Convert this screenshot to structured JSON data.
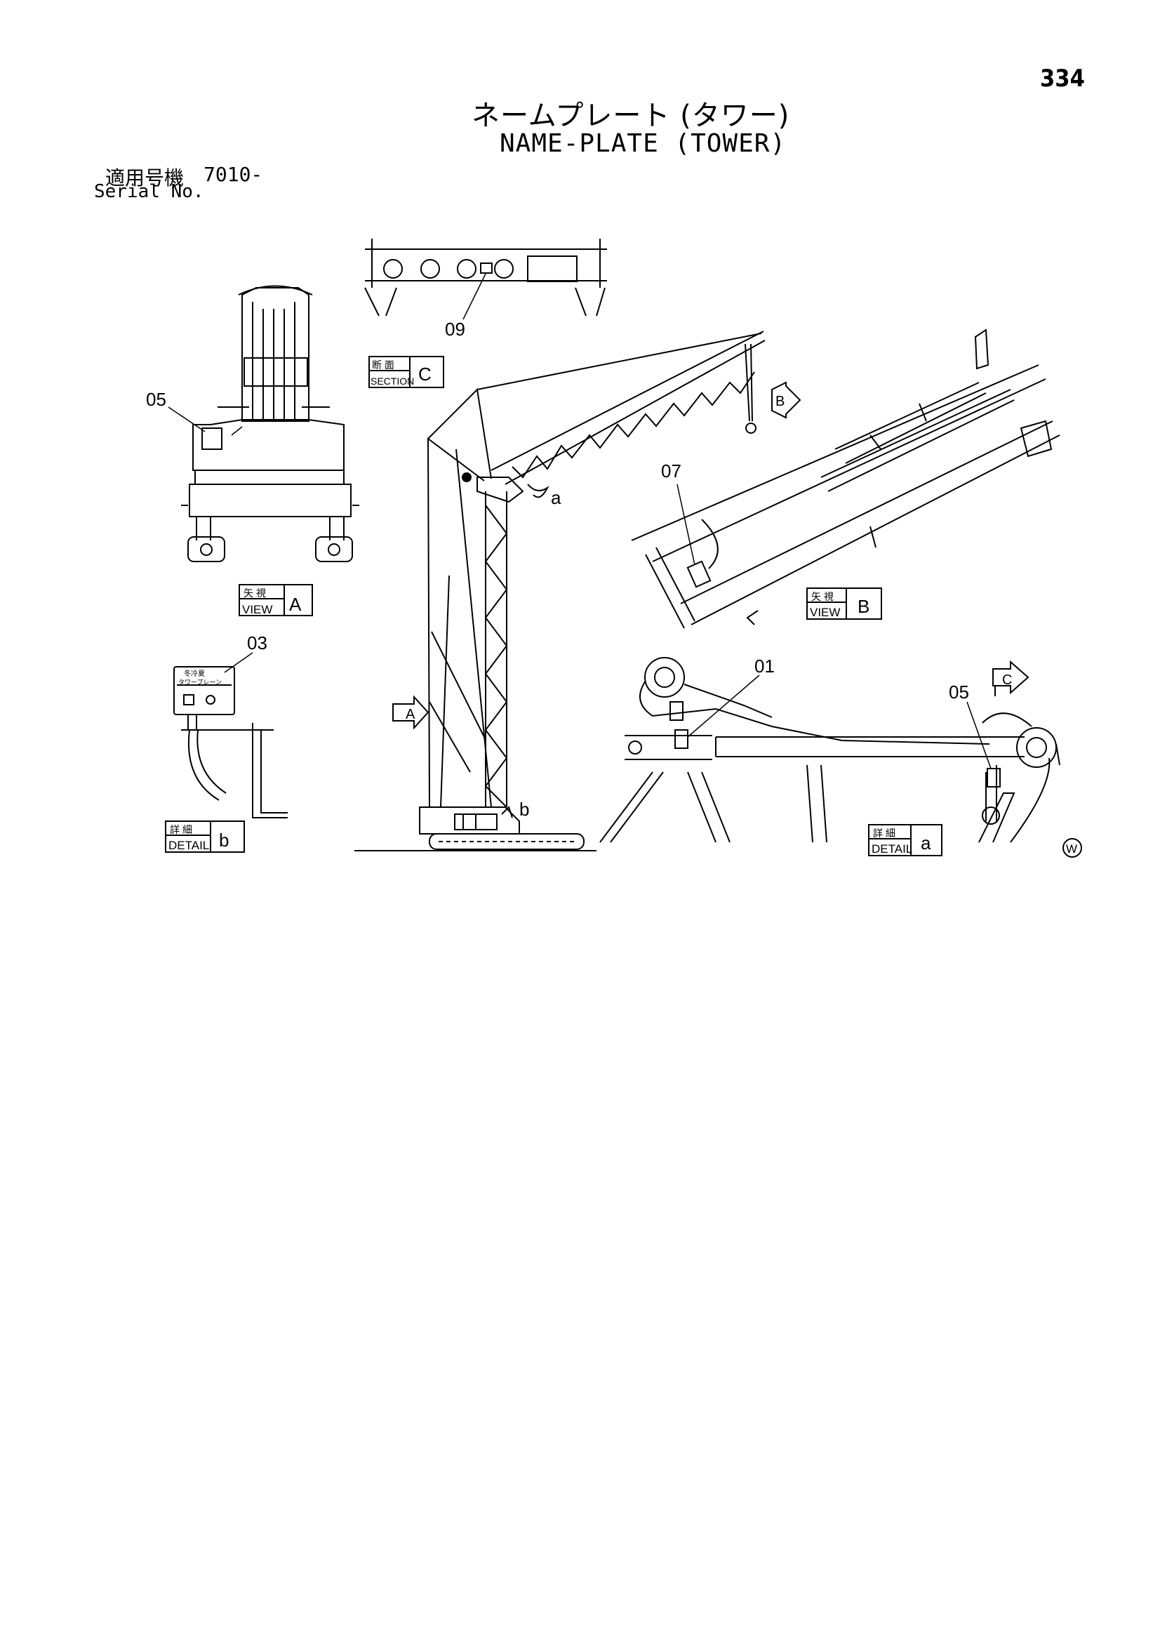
{
  "page_number": "334",
  "title_jp": "ネームプレート (タワー)",
  "title_en": "NAME-PLATE (TOWER)",
  "serial_label_jp": "適用号機",
  "serial_value": "7010-",
  "serial_label_en": "Serial No.",
  "callouts": {
    "c01": "01",
    "c03": "03",
    "c05_left": "05",
    "c05_right": "05",
    "c07": "07",
    "c09": "09",
    "a": "a",
    "b": "b",
    "arrow_a": "A",
    "arrow_b": "B",
    "arrow_c": "C"
  },
  "view_boxes": {
    "view_a": {
      "jp": "矢 視",
      "en": "VIEW",
      "letter": "A"
    },
    "view_b": {
      "jp": "矢 視",
      "en": "VIEW",
      "letter": "B"
    },
    "section_c": {
      "jp": "断 面",
      "en": "SECTION",
      "letter": "C"
    },
    "detail_a": {
      "jp": "詳 細",
      "en": "DETAIL",
      "letter": "a"
    },
    "detail_b": {
      "jp": "詳 細",
      "en": "DETAIL",
      "letter": "b"
    }
  },
  "plate_text": {
    "line1": "冬冷夏",
    "line2": "タワーブレーン"
  },
  "watermark": "W"
}
